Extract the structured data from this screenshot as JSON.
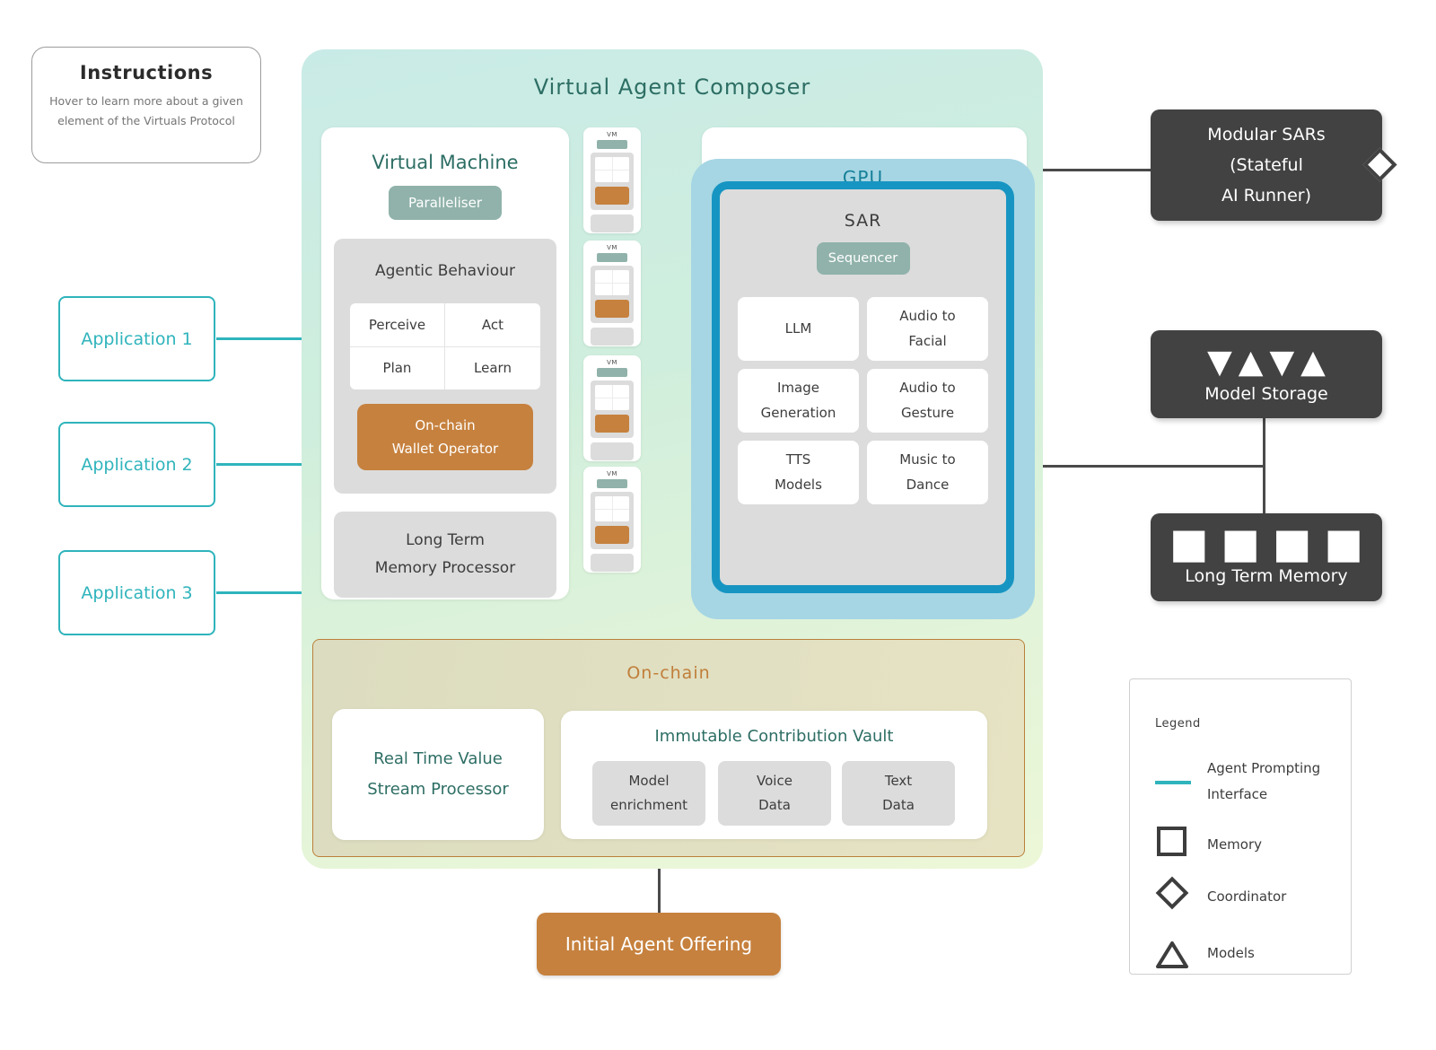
{
  "instructions": {
    "title": "Instructions",
    "line1": "Hover to learn more about a given",
    "line2": "element of the Virtuals Protocol"
  },
  "applications": [
    {
      "label": "Application 1"
    },
    {
      "label": "Application 2"
    },
    {
      "label": "Application 3"
    }
  ],
  "composer": {
    "title": "Virtual Agent Composer",
    "virtual_machine": {
      "title": "Virtual Machine",
      "badge": "Paralleliser",
      "agentic": {
        "title": "Agentic Behaviour",
        "cells": [
          "Perceive",
          "Act",
          "Plan",
          "Learn"
        ],
        "wallet_line1": "On-chain",
        "wallet_line2": "Wallet Operator"
      },
      "ltm_line1": "Long Term",
      "ltm_line2": "Memory Processor"
    },
    "vm_cards": [
      {
        "label": "VM"
      },
      {
        "label": "VM"
      },
      {
        "label": "VM"
      },
      {
        "label": "VM"
      }
    ],
    "gpu": {
      "title": "GPU",
      "sar": {
        "title": "SAR",
        "badge": "Sequencer",
        "modules": [
          {
            "line1": "LLM",
            "line2": ""
          },
          {
            "line1": "Audio to",
            "line2": "Facial"
          },
          {
            "line1": "Image",
            "line2": "Generation"
          },
          {
            "line1": "Audio to",
            "line2": "Gesture"
          },
          {
            "line1": "TTS",
            "line2": "Models"
          },
          {
            "line1": "Music to",
            "line2": "Dance"
          }
        ]
      }
    },
    "onchain": {
      "title": "On-chain",
      "rtvsp_line1": "Real Time Value",
      "rtvsp_line2": "Stream Processor",
      "vault": {
        "title": "Immutable Contribution Vault",
        "chips": [
          {
            "line1": "Model",
            "line2": "enrichment"
          },
          {
            "line1": "Voice",
            "line2": "Data"
          },
          {
            "line1": "Text",
            "line2": "Data"
          }
        ]
      }
    }
  },
  "iao": {
    "label": "Initial Agent Offering"
  },
  "right_panel": {
    "modular_sars": {
      "line1": "Modular SARs",
      "line2": "(Stateful",
      "line3": "AI Runner)"
    },
    "model_storage": {
      "glyphs": "▼▲▼▲",
      "label": "Model Storage"
    },
    "long_term_memory": {
      "glyphs": "■■■■",
      "label": "Long Term Memory"
    }
  },
  "legend": {
    "title": "Legend",
    "items": [
      {
        "label": "Agent Prompting",
        "label2": "Interface"
      },
      {
        "label": "Memory",
        "label2": ""
      },
      {
        "label": "Coordinator",
        "label2": ""
      },
      {
        "label": "Models",
        "label2": ""
      }
    ]
  },
  "colors": {
    "accent_teal": "#2fb4bc",
    "heading_teal": "#2d6e64",
    "gpu_teal": "#157f99",
    "sage": "#90b2aa",
    "orange": "#c6813e",
    "dark_box": "#424242",
    "panel_grey": "#dcdcdc",
    "gpu_border_blue": "#1795c2",
    "gpu_light_blue": "#a6d6e4",
    "onchain_border": "#bb803b"
  }
}
